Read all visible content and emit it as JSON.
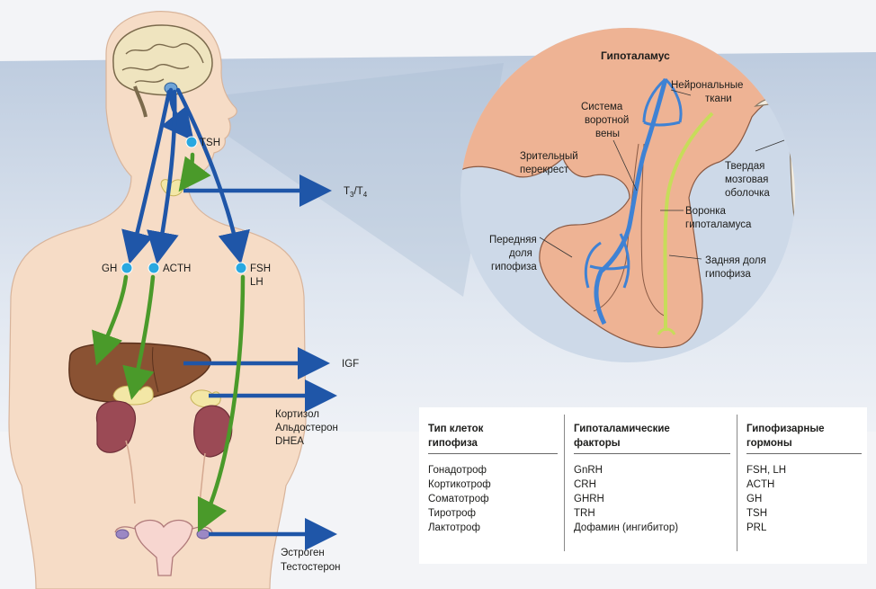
{
  "body_diagram": {
    "hormones": {
      "tsh": "TSH",
      "gh": "GH",
      "acth": "ACTH",
      "fsh": "FSH",
      "lh": "LH"
    },
    "outputs": {
      "t3t4": "T",
      "t3_sub": "3",
      "t4_sep": "/T",
      "t4_sub": "4",
      "igf": "IGF",
      "adrenal_1": "Кортизол",
      "adrenal_2": "Альдостерон",
      "adrenal_3": "DHEA",
      "gonad_1": "Эстроген",
      "gonad_2": "Тестостерон"
    }
  },
  "inset": {
    "title": "Гипоталамус",
    "labels": {
      "neuronal_1": "Нейрональные",
      "neuronal_2": "ткани",
      "portal_1": "Система",
      "portal_2": "воротной",
      "portal_3": "вены",
      "chiasm_1": "Зрительный",
      "chiasm_2": "перекрест",
      "dura_1": "Твердая",
      "dura_2": "мозговая",
      "dura_3": "оболочка",
      "stalk_1": "Воронка",
      "stalk_2": "гипоталамуса",
      "anterior_1": "Передняя",
      "anterior_2": "доля",
      "anterior_3": "гипофиза",
      "posterior_1": "Задняя доля",
      "posterior_2": "гипофиза"
    }
  },
  "table": {
    "headers": {
      "cell_type": [
        "Тип клеток",
        "гипофиза"
      ],
      "factors": [
        "Гипоталамические",
        "факторы"
      ],
      "hormones": [
        "Гипофизарные",
        "гормоны"
      ]
    },
    "cell_types": [
      "Гонадотроф",
      "Кортикотроф",
      "Соматотроф",
      "Тиротроф",
      "Лактотроф"
    ],
    "factors": [
      "GnRH",
      "CRH",
      "GHRH",
      "TRH",
      "Дофамин (ингибитор)"
    ],
    "hormones": [
      "FSH, LH",
      "ACTH",
      "GH",
      "TSH",
      "PRL"
    ]
  },
  "colors": {
    "blue_arrow": "#1f56a8",
    "green_arrow": "#4a9a2a",
    "skin": "#f6dcc6",
    "circle_bg": "#cdd9e8",
    "tissue": "#eeb394",
    "vessel": "#3f82d4",
    "stalk": "#c7dc5a",
    "liver": "#8a5233",
    "kidney": "#9b4a55",
    "gland_yellow": "#f3e7a6"
  }
}
